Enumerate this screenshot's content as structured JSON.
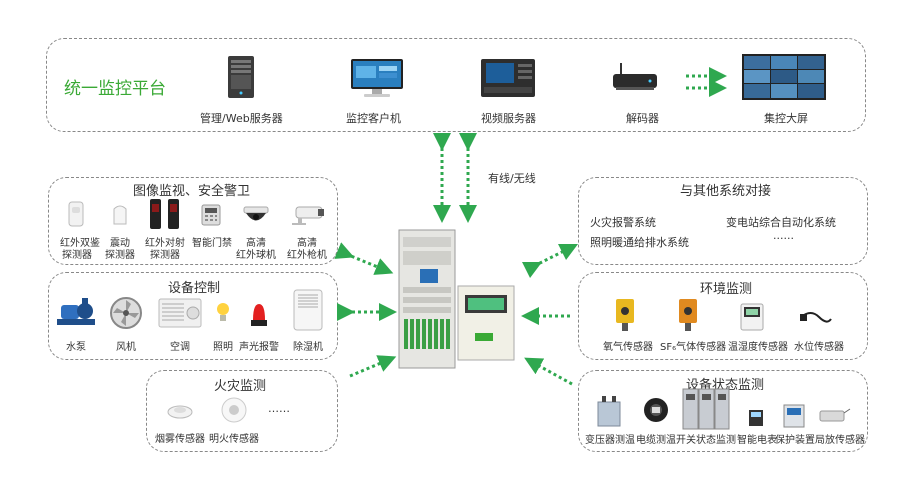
{
  "platform": {
    "title": "统一监控平台",
    "items": [
      {
        "label": "管理/Web服务器",
        "icon": "server-tower-icon"
      },
      {
        "label": "监控客户机",
        "icon": "monitor-icon"
      },
      {
        "label": "视频服务器",
        "icon": "video-server-icon"
      },
      {
        "label": "解码器",
        "icon": "decoder-icon"
      },
      {
        "label": "集控大屏",
        "icon": "video-wall-icon"
      }
    ]
  },
  "link_label": "有线/无线",
  "image_security": {
    "title": "图像监视、安全警卫",
    "items": [
      {
        "line1": "红外双鉴",
        "line2": "探测器"
      },
      {
        "line1": "震动",
        "line2": "探测器"
      },
      {
        "line1": "红外对射",
        "line2": "探测器"
      },
      {
        "line1": "智能门禁",
        "line2": ""
      },
      {
        "line1": "高清",
        "line2": "红外球机"
      },
      {
        "line1": "高清",
        "line2": "红外枪机"
      }
    ]
  },
  "device_control": {
    "title": "设备控制",
    "items": [
      "水泵",
      "风机",
      "空调",
      "照明",
      "声光报警",
      "除湿机"
    ]
  },
  "fire": {
    "title": "火灾监测",
    "items": [
      "烟雾传感器",
      "明火传感器"
    ],
    "ellipsis": "……"
  },
  "other_systems": {
    "title": "与其他系统对接",
    "items": [
      "火灾报警系统",
      "变电站综合自动化系统",
      "照明暖通给排水系统"
    ],
    "ellipsis": "······"
  },
  "environment": {
    "title": "环境监测",
    "items": [
      "氧气传感器",
      "SF₆气体传感器",
      "温湿度传感器",
      "水位传感器"
    ]
  },
  "device_status": {
    "title": "设备状态监测",
    "items": [
      "变压器测温",
      "电缆测温",
      "开关状态监测",
      "智能电表",
      "保护装置",
      "局放传感器"
    ]
  },
  "colors": {
    "accent_green": "#3aa935",
    "arrow_green": "#2fa84f",
    "border": "#888888"
  }
}
